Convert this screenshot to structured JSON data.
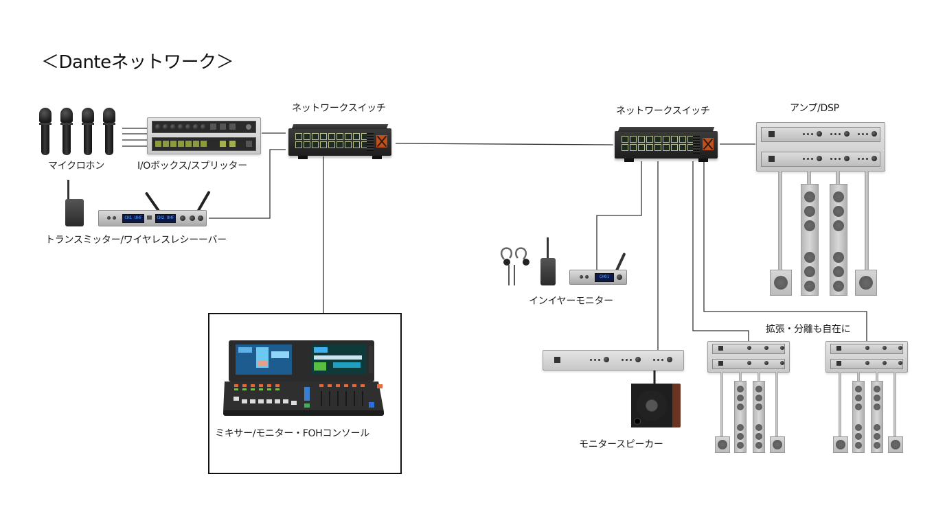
{
  "title": "＜Danteネットワーク＞",
  "nodes": {
    "microphones": {
      "label": "マイクロホン",
      "count": 4
    },
    "io_box": {
      "label": "I/Oボックス/スプリッター"
    },
    "wireless": {
      "label": "トランスミッター/ワイヤレスレシーーバー",
      "display_left": "CH1 UHF",
      "display_right": "CH2 UHF"
    },
    "switch_left": {
      "label": "ネットワークスイッチ"
    },
    "switch_right": {
      "label": "ネットワークスイッチ"
    },
    "amp_dsp": {
      "label": "アンプ/DSP"
    },
    "in_ear_monitor": {
      "label": "インイヤーモニター",
      "display": "CH01"
    },
    "console": {
      "label": "ミキサー/モニター・FOHコンソール"
    },
    "monitor_speaker": {
      "label": "モニタースピーカー"
    },
    "expansion": {
      "label": "拡張・分離も自在に"
    }
  },
  "connections": [
    {
      "from": "microphones",
      "to": "io_box"
    },
    {
      "from": "io_box",
      "to": "switch_left"
    },
    {
      "from": "wireless",
      "to": "switch_left"
    },
    {
      "from": "switch_left",
      "to": "console"
    },
    {
      "from": "switch_left",
      "to": "switch_right"
    },
    {
      "from": "switch_right",
      "to": "amp_dsp"
    },
    {
      "from": "switch_right",
      "to": "in_ear_monitor"
    },
    {
      "from": "switch_right",
      "to": "monitor_speaker"
    },
    {
      "from": "switch_right",
      "to": "expansion_rack_1"
    },
    {
      "from": "switch_right",
      "to": "expansion_rack_2"
    }
  ],
  "colors": {
    "line": "#333333",
    "switch_fan": "#c2501a",
    "lcd": "#0b1a4a"
  }
}
